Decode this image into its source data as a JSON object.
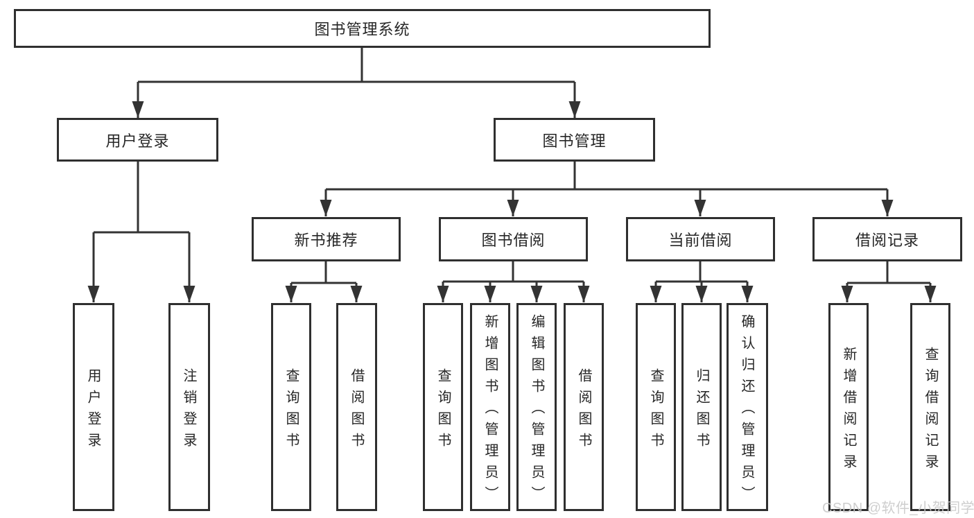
{
  "root": {
    "label": "图书管理系统"
  },
  "level2": {
    "user_login": {
      "label": "用户登录"
    },
    "book_management": {
      "label": "图书管理"
    }
  },
  "level3": {
    "new_books": {
      "label": "新书推荐"
    },
    "book_borrow": {
      "label": "图书借阅"
    },
    "current_borrow": {
      "label": "当前借阅"
    },
    "borrow_records": {
      "label": "借阅记录"
    }
  },
  "leaves": {
    "login": "用户登录",
    "logout": "注销登录",
    "nb_query": "查询图书",
    "nb_borrow": "借阅图书",
    "bw_query": "查询图书",
    "bw_add": "新增图书（管理员）",
    "bw_edit": "编辑图书（管理员）",
    "bw_borrow": "借阅图书",
    "cu_query": "查询图书",
    "cu_return": "归还图书",
    "cu_confirm": "确认归还（管理员）",
    "rc_add": "新增借阅记录",
    "rc_query": "查询借阅记录"
  },
  "watermark": "CSDN @软件_小贺同学",
  "colors": {
    "line": "#333333",
    "border": "#2f2f2f",
    "fill": "#ffffff",
    "text": "#262626",
    "watermark": "#c9c9c9",
    "background": "#ffffff"
  }
}
